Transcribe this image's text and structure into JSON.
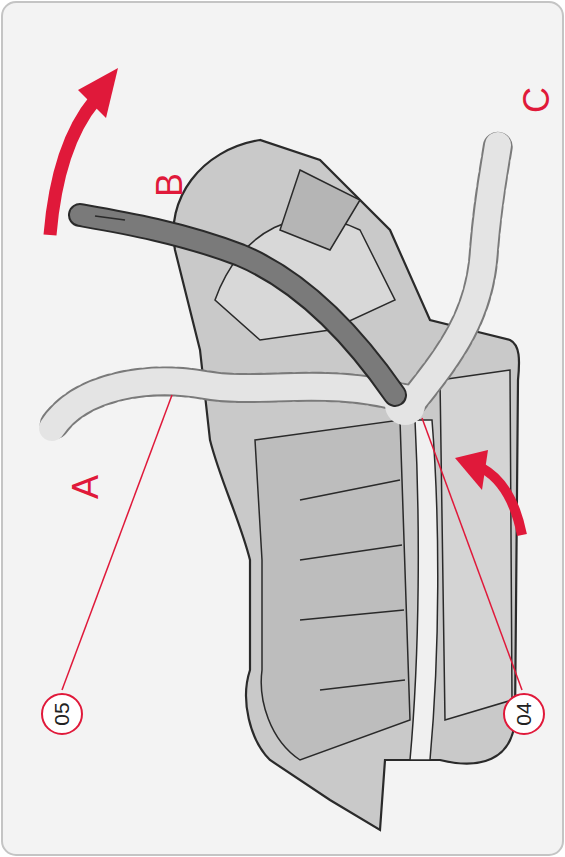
{
  "diagram": {
    "labels": [
      "A",
      "B",
      "C",
      "05",
      "04"
    ]
  }
}
